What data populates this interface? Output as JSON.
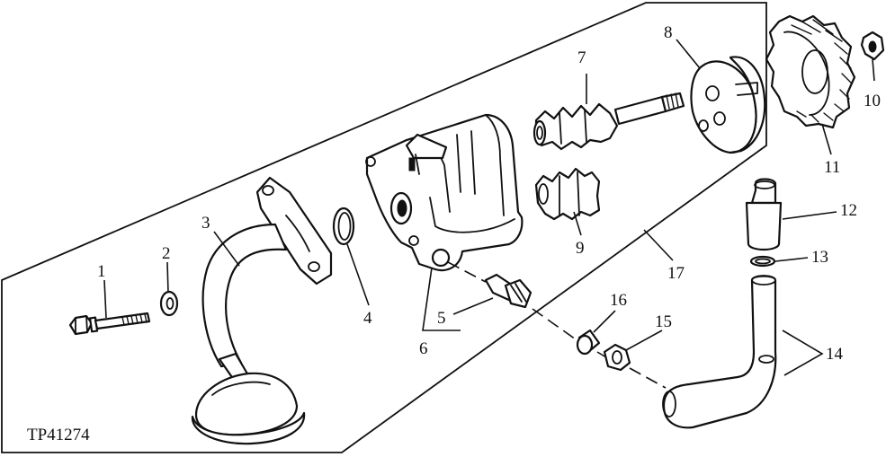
{
  "figure_id": "TP41274",
  "callouts": [
    {
      "num": "1",
      "label": "1"
    },
    {
      "num": "2",
      "label": "2"
    },
    {
      "num": "3",
      "label": "3"
    },
    {
      "num": "4",
      "label": "4"
    },
    {
      "num": "5",
      "label": "5"
    },
    {
      "num": "6",
      "label": "6"
    },
    {
      "num": "7",
      "label": "7"
    },
    {
      "num": "8",
      "label": "8"
    },
    {
      "num": "9",
      "label": "9"
    },
    {
      "num": "10",
      "label": "10"
    },
    {
      "num": "11",
      "label": "11"
    },
    {
      "num": "12",
      "label": "12"
    },
    {
      "num": "13",
      "label": "13"
    },
    {
      "num": "14",
      "label": "14"
    },
    {
      "num": "15",
      "label": "15"
    },
    {
      "num": "16",
      "label": "16"
    },
    {
      "num": "17",
      "label": "17"
    }
  ]
}
